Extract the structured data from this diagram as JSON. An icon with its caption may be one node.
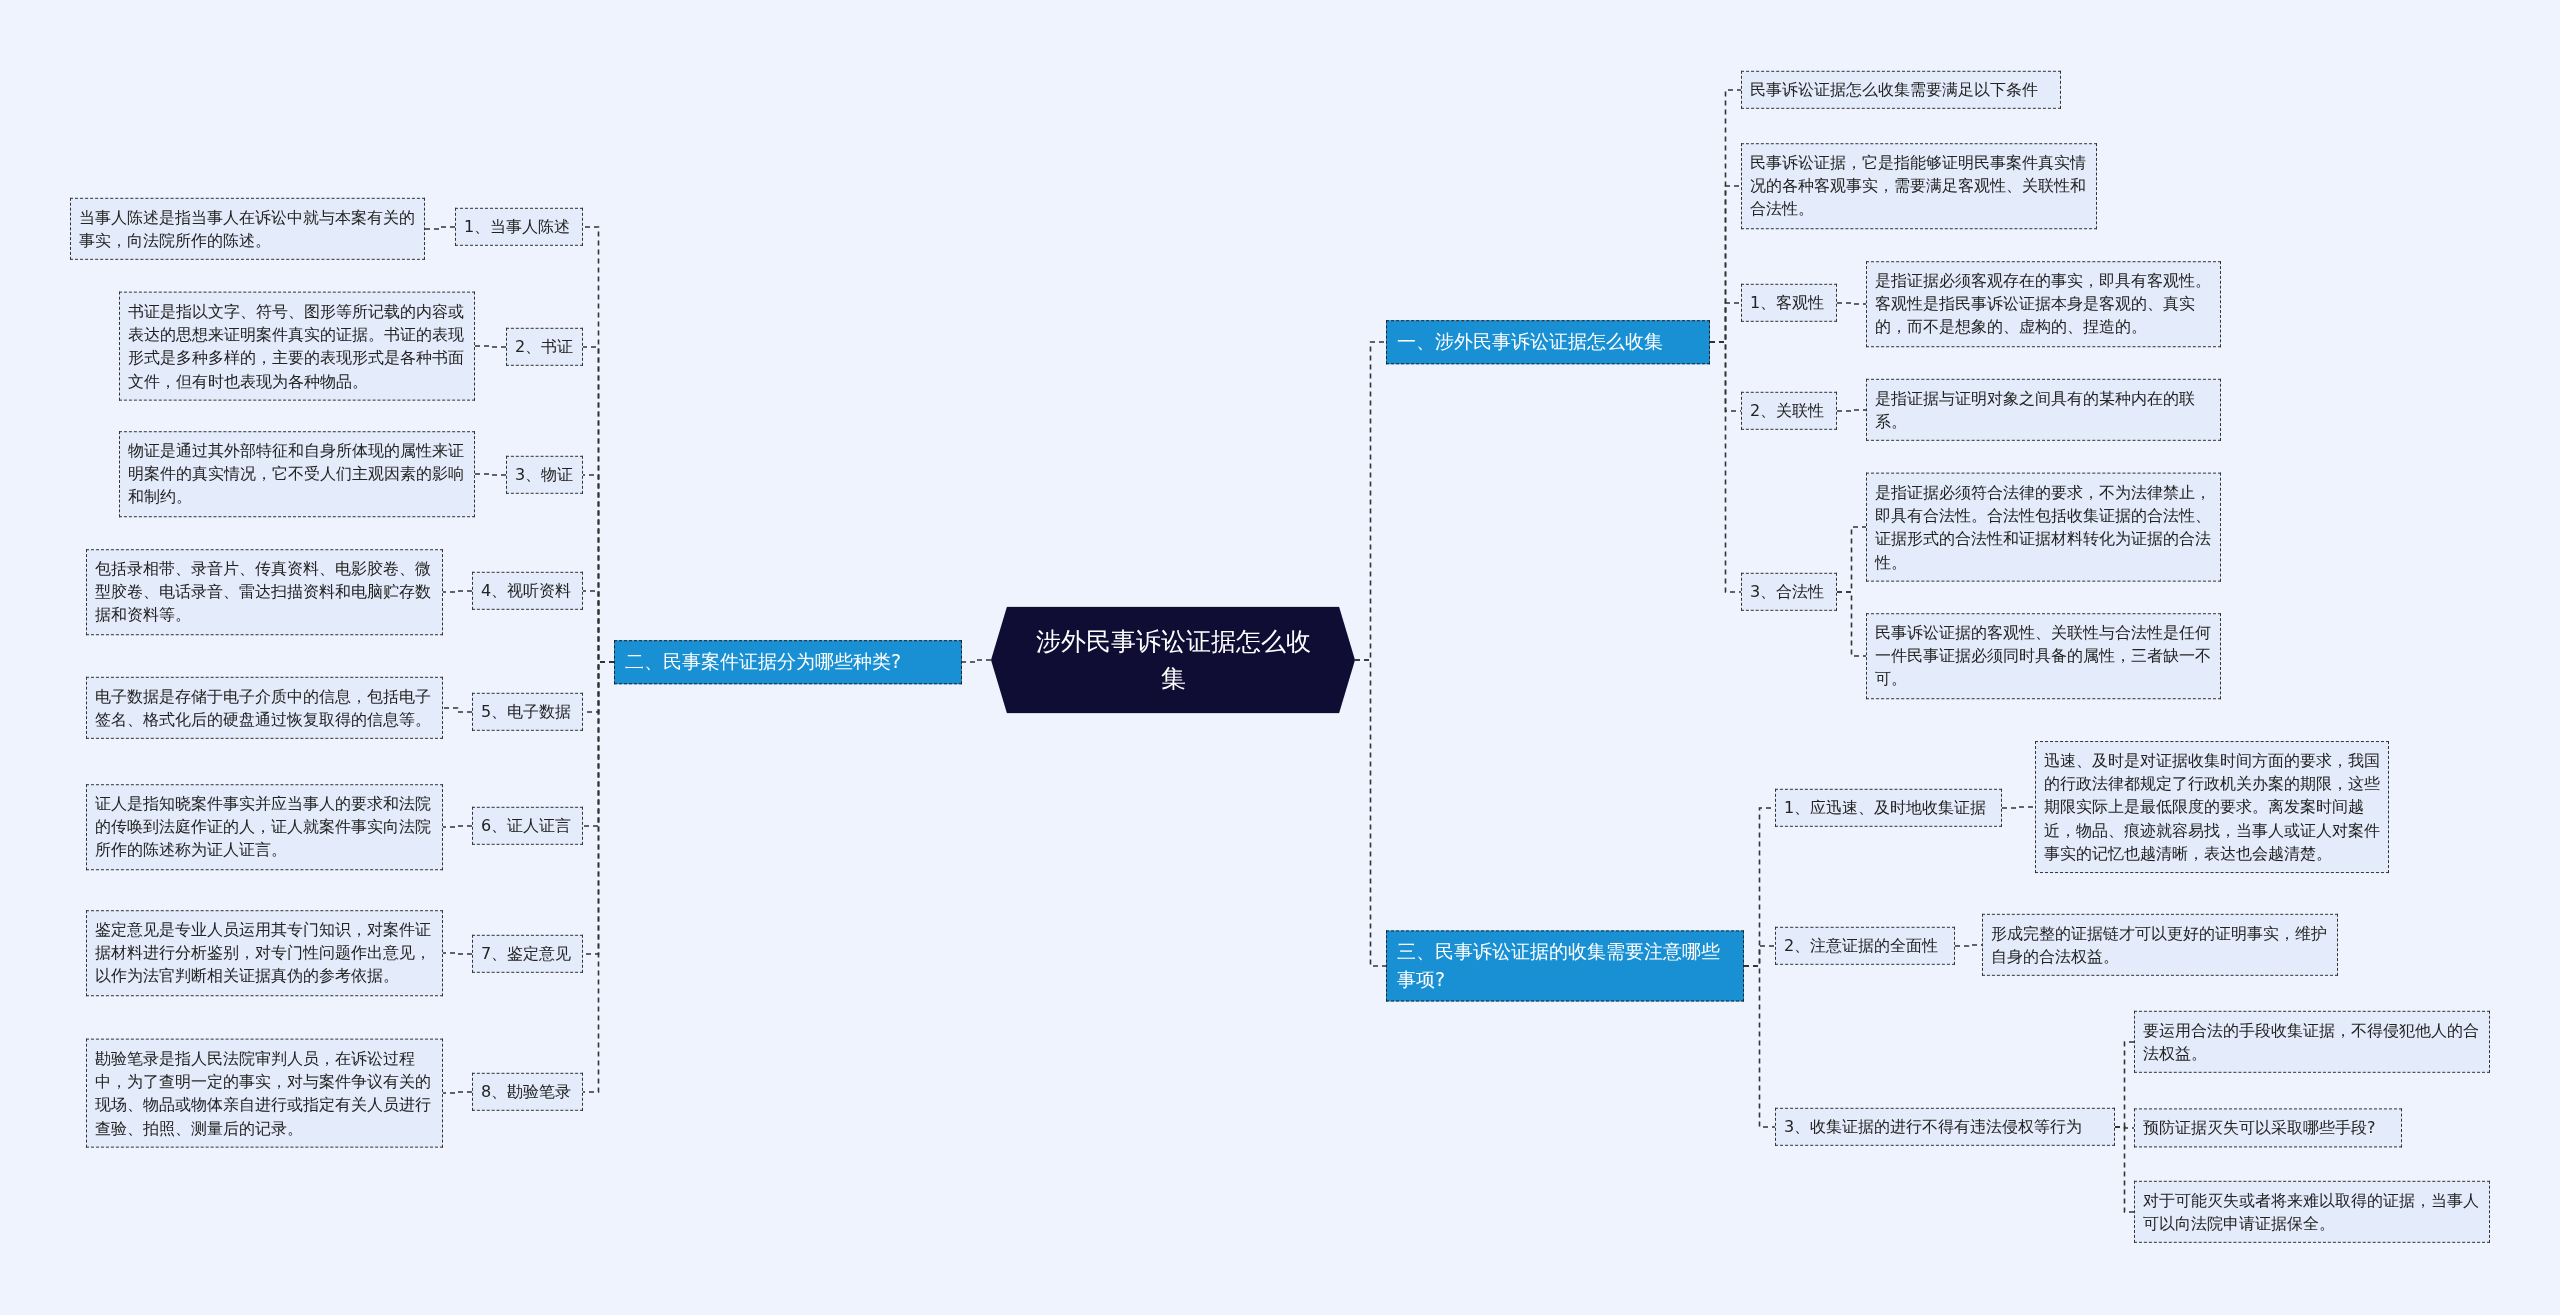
{
  "diagram": {
    "nodes": [
      {
        "text": [
          "涉外民事诉讼证据怎么收集"
        ]
      },
      {
        "text": [
          "一、涉外民事诉讼证据怎么收集"
        ]
      },
      {
        "text": [
          "民事诉讼证据怎么收集需要满足以下条件"
        ]
      },
      {
        "text": [
          "民事诉讼证据，它是指能够证明民事案件真实情况的各种客观事实，需要满足客观性、关联性和合法性。"
        ]
      },
      {
        "text": [
          "1、客观性"
        ]
      },
      {
        "text": [
          "是指证据必须客观存在的事实，即具有客观性。客观性是指民事诉讼证据本身是客观的、真实的，而不是想象的、虚构的、捏造的。"
        ]
      },
      {
        "text": [
          "2、关联性"
        ]
      },
      {
        "text": [
          "是指证据与证明对象之间具有的某种内在的联系。"
        ]
      },
      {
        "text": [
          "3、合法性"
        ]
      },
      {
        "text": [
          "是指证据必须符合法律的要求，不为法律禁止，即具有合法性。合法性包括收集证据的合法性、证据形式的合法性和证据材料转化为证据的合法性。"
        ]
      },
      {
        "text": [
          "民事诉讼证据的客观性、关联性与合法性是任何一件民事证据必须同时具备的属性，三者缺一不可。"
        ]
      },
      {
        "text": [
          "二、民事案件证据分为哪些种类?"
        ]
      },
      {
        "text": [
          "1、当事人陈述"
        ]
      },
      {
        "text": [
          "当事人陈述是指当事人在诉讼中就与本案有关的事实，向法院所作的陈述。"
        ]
      },
      {
        "text": [
          "2、书证"
        ]
      },
      {
        "text": [
          "书证是指以文字、符号、图形等所记载的内容或表达的思想来证明案件真实的证据。书证的表现形式是多种多样的，主要的表现形式是各种书面文件，但有时也表现为各种物品。"
        ]
      },
      {
        "text": [
          "3、物证"
        ]
      },
      {
        "text": [
          "物证是通过其外部特征和自身所体现的属性来证明案件的真实情况，它不受人们主观因素的影响和制约。"
        ]
      },
      {
        "text": [
          "4、视听资料"
        ]
      },
      {
        "text": [
          "包括录相带、录音片、传真资料、电影胶卷、微型胶卷、电话录音、雷达扫描资料和电脑贮存数据和资料等。"
        ]
      },
      {
        "text": [
          "5、电子数据"
        ]
      },
      {
        "text": [
          "电子数据是存储于电子介质中的信息，包括电子签名、格式化后的硬盘通过恢复取得的信息等。"
        ]
      },
      {
        "text": [
          "6、证人证言"
        ]
      },
      {
        "text": [
          "证人是指知晓案件事实并应当事人的要求和法院的传唤到法庭作证的人，证人就案件事实向法院所作的陈述称为证人证言。"
        ]
      },
      {
        "text": [
          "7、鉴定意见"
        ]
      },
      {
        "text": [
          "鉴定意见是专业人员运用其专门知识，对案件证据材料进行分析鉴别，对专门性问题作出意见，以作为法官判断相关证据真伪的参考依据。"
        ]
      },
      {
        "text": [
          "8、勘验笔录"
        ]
      },
      {
        "text": [
          "勘验笔录是指人民法院审判人员，在诉讼过程中，为了查明一定的事实，对与案件争议有关的现场、物品或物体亲自进行或指定有关人员进行查验、拍照、测量后的记录。"
        ]
      },
      {
        "text": [
          "三、民事诉讼证据的收集需要注意哪些事项?"
        ]
      },
      {
        "text": [
          "1、应迅速、及时地收集证据"
        ]
      },
      {
        "text": [
          "迅速、及时是对证据收集时间方面的要求，我国的行政法律都规定了行政机关办案的期限，这些期限实际上是最低限度的要求。离发案时间越近，物品、痕迹就容易找，当事人或证人对案件事实的记忆也越清晰，表达也会越清楚。"
        ]
      },
      {
        "text": [
          "2、注意证据的全面性"
        ]
      },
      {
        "text": [
          "形成完整的证据链才可以更好的证明事实，维护自身的合法权益。"
        ]
      },
      {
        "text": [
          "3、收集证据的进行不得有违法侵权等行为"
        ]
      },
      {
        "text": [
          "要运用合法的手段收集证据，不得侵犯他人的合法权益。"
        ]
      },
      {
        "text": [
          "预防证据灭失可以采取哪些手段?"
        ]
      },
      {
        "text": [
          "对于可能灭失或者将来难以取得的证据，当事人可以向法院申请证据保全。"
        ]
      }
    ],
    "edges": [
      {
        "from": 0,
        "to": 1,
        "arrow": "none"
      },
      {
        "from": 0,
        "to": 11,
        "arrow": "none"
      },
      {
        "from": 0,
        "to": 28,
        "arrow": "none"
      },
      {
        "from": 1,
        "to": 2,
        "arrow": "none"
      },
      {
        "from": 1,
        "to": 3,
        "arrow": "none"
      },
      {
        "from": 1,
        "to": 4,
        "arrow": "none"
      },
      {
        "from": 4,
        "to": 5,
        "arrow": "none"
      },
      {
        "from": 1,
        "to": 6,
        "arrow": "none"
      },
      {
        "from": 6,
        "to": 7,
        "arrow": "none"
      },
      {
        "from": 1,
        "to": 8,
        "arrow": "none"
      },
      {
        "from": 8,
        "to": 9,
        "arrow": "none"
      },
      {
        "from": 8,
        "to": 10,
        "arrow": "none"
      },
      {
        "from": 11,
        "to": 12,
        "arrow": "none"
      },
      {
        "from": 12,
        "to": 13,
        "arrow": "none"
      },
      {
        "from": 11,
        "to": 14,
        "arrow": "none"
      },
      {
        "from": 14,
        "to": 15,
        "arrow": "none"
      },
      {
        "from": 11,
        "to": 16,
        "arrow": "none"
      },
      {
        "from": 16,
        "to": 17,
        "arrow": "none"
      },
      {
        "from": 11,
        "to": 18,
        "arrow": "none"
      },
      {
        "from": 18,
        "to": 19,
        "arrow": "none"
      },
      {
        "from": 11,
        "to": 20,
        "arrow": "none"
      },
      {
        "from": 20,
        "to": 21,
        "arrow": "none"
      },
      {
        "from": 11,
        "to": 22,
        "arrow": "none"
      },
      {
        "from": 22,
        "to": 23,
        "arrow": "none"
      },
      {
        "from": 11,
        "to": 24,
        "arrow": "none"
      },
      {
        "from": 24,
        "to": 25,
        "arrow": "none"
      },
      {
        "from": 11,
        "to": 26,
        "arrow": "none"
      },
      {
        "from": 26,
        "to": 27,
        "arrow": "none"
      },
      {
        "from": 28,
        "to": 29,
        "arrow": "none"
      },
      {
        "from": 29,
        "to": 30,
        "arrow": "none"
      },
      {
        "from": 28,
        "to": 31,
        "arrow": "none"
      },
      {
        "from": 31,
        "to": 32,
        "arrow": "none"
      },
      {
        "from": 28,
        "to": 33,
        "arrow": "none"
      },
      {
        "from": 33,
        "to": 34,
        "arrow": "none"
      },
      {
        "from": 33,
        "to": 35,
        "arrow": "none"
      },
      {
        "from": 33,
        "to": 36,
        "arrow": "none"
      }
    ]
  }
}
